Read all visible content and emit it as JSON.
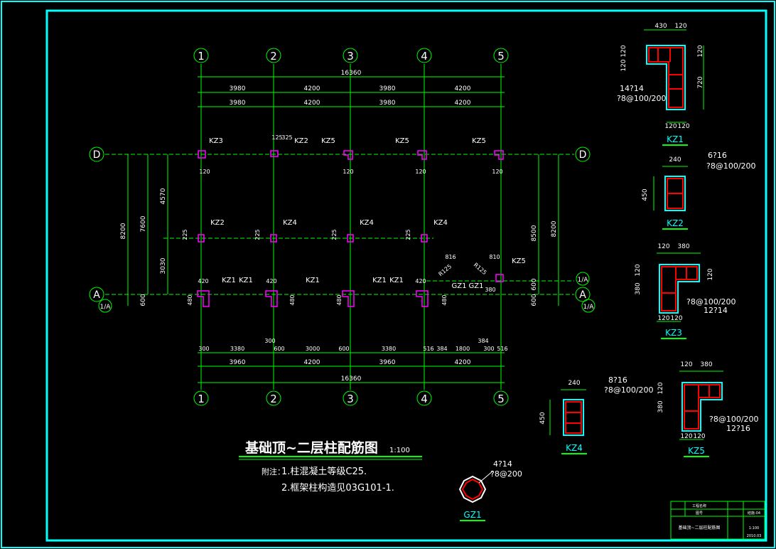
{
  "drawing": {
    "title": "基础顶~二层柱配筋图",
    "scale": "1:100",
    "notes_label": "附注：",
    "notes": [
      "1.柱混凝土等级C25.",
      "2.框架柱构造见03G101-1."
    ],
    "axes_numbers": [
      "1",
      "2",
      "3",
      "4",
      "5"
    ],
    "axes_letters": {
      "top": "D",
      "bottom": "A",
      "sub": "1/A"
    },
    "top_dims": {
      "total": "16360",
      "row1": [
        "3980",
        "4200",
        "3980",
        "4200"
      ],
      "row2": [
        "3980",
        "4200",
        "3980",
        "4200"
      ]
    },
    "bottom_dims": {
      "detail": [
        "300",
        "3380",
        "300",
        "600",
        "3000",
        "600",
        "3380",
        "516",
        "384",
        "1800",
        "384",
        "300",
        "516"
      ],
      "row": [
        "3960",
        "4200",
        "3960",
        "4200"
      ],
      "total": "16360"
    },
    "left_dims": [
      "8200",
      "7600",
      "4570",
      "3030",
      "600"
    ],
    "right_dims": [
      "8500",
      "8200",
      "600",
      "600"
    ],
    "column_labels": {
      "row_d": [
        "KZ3",
        "KZ2",
        "KZ5",
        "KZ5",
        "KZ5"
      ],
      "row_mid": [
        "KZ2",
        "KZ4",
        "KZ4",
        "KZ4"
      ],
      "row_a": [
        "KZ1",
        "KZ1",
        "KZ1",
        "KZ1",
        "KZ1",
        "GZ1",
        "GZ1",
        "KZ5"
      ]
    },
    "small_dims": [
      "120",
      "380",
      "125",
      "325",
      "225",
      "420",
      "480",
      "816",
      "810",
      "R125"
    ]
  },
  "details": {
    "kz1": {
      "label": "KZ1",
      "dims": [
        "430",
        "120",
        "120",
        "120",
        "720",
        "120",
        "120",
        "120"
      ],
      "rebar": "14?14",
      "stirrup": "?8@100/200"
    },
    "kz2": {
      "label": "KZ2",
      "width": "240",
      "height": "450",
      "rebar": "6?16",
      "stirrup": "?8@100/200"
    },
    "kz3": {
      "label": "KZ3",
      "dims": [
        "120",
        "380",
        "120",
        "380",
        "120",
        "120",
        "120"
      ],
      "rebar": "12?14",
      "stirrup": "?8@100/200"
    },
    "kz4": {
      "label": "KZ4",
      "width": "240",
      "height": "450",
      "rebar": "8?16",
      "stirrup": "?8@100/200"
    },
    "kz5": {
      "label": "KZ5",
      "dims": [
        "120",
        "380",
        "120",
        "380",
        "120",
        "120"
      ],
      "rebar": "12?16",
      "stirrup": "?8@100/200"
    },
    "gz1": {
      "label": "GZ1",
      "rebar": "4?14",
      "stirrup": "?8@200"
    }
  },
  "title_block": {
    "rows": [
      "工程名称",
      "图号",
      "基础顶~二层柱配筋图"
    ],
    "values": [
      "结施-04",
      "1:100",
      "2010.03"
    ]
  },
  "colors": {
    "background": "#000000",
    "frame": "#00ffff",
    "dimension": "#00ff00",
    "column": "#ff00ff",
    "text": "#ffffff",
    "rebar": "#ff0000"
  }
}
